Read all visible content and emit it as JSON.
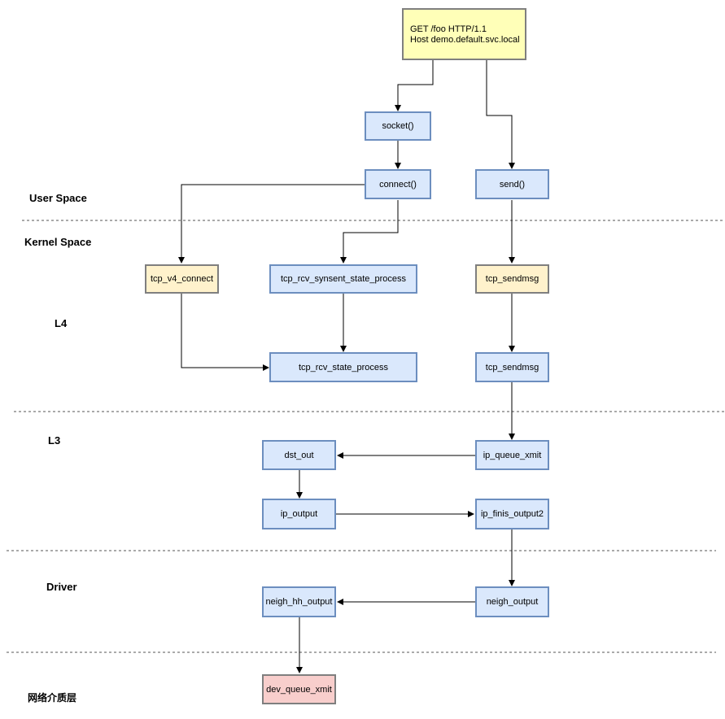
{
  "request": {
    "line1": "GET /foo HTTP/1.1",
    "line2": "Host demo.default.svc.local"
  },
  "nodes": {
    "socket": "socket()",
    "connect": "connect()",
    "send": "send()",
    "tcp_v4_connect": "tcp_v4_connect",
    "tcp_rcv_synsent_state_process": "tcp_rcv_synsent_state_process",
    "tcp_sendmsg_top": "tcp_sendmsg",
    "tcp_rcv_state_process": "tcp_rcv_state_process",
    "tcp_sendmsg_bottom": "tcp_sendmsg",
    "dst_out": "dst_out",
    "ip_queue_xmit": "ip_queue_xmit",
    "ip_output": "ip_output",
    "ip_finis_output2": "ip_finis_output2",
    "neigh_hh_output": "neigh_hh_output",
    "neigh_output": "neigh_output",
    "dev_queue_xmit": "dev_queue_xmit"
  },
  "layers": {
    "user_space": "User Space",
    "kernel_space": "Kernel Space",
    "l4": "L4",
    "l3": "L3",
    "driver": "Driver",
    "media": "网络介质层"
  },
  "colors": {
    "blue_fill": "#dae8fc",
    "blue_stroke": "#6c8ebf",
    "orange_fill": "#fff2cc",
    "yellow_fill": "#ffffb8",
    "red_fill": "#f8cecc",
    "edge": "#000000",
    "divider": "#555555"
  }
}
